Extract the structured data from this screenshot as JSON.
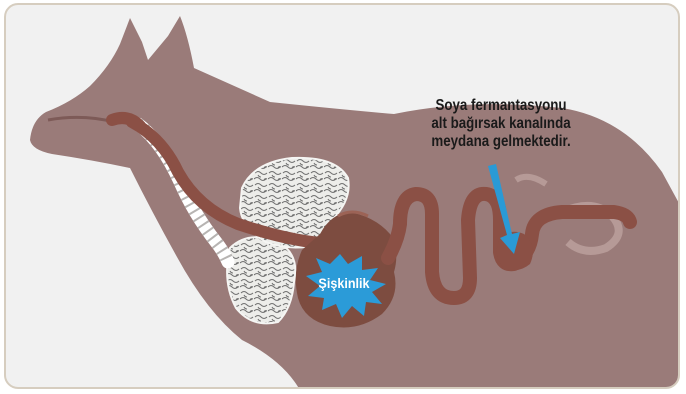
{
  "diagram": {
    "callout_lines": [
      "Soya fermantasyonu",
      "alt bağırsak kanalında",
      "meydana gelmektedir."
    ],
    "bloat_label": "Şişkinlik",
    "colors": {
      "background": "#f1f1f1",
      "frame_border": "#d6cdbf",
      "dog_body": "#9a7b79",
      "digestive_tract": "#8b5045",
      "stomach": "#7d4c40",
      "lungs": "#e9e9e6",
      "spine": "#ffffff",
      "arrow": "#2a9ad6",
      "burst": "#2b9bd8"
    },
    "icons": [
      "dog-silhouette",
      "spine-vertebrae",
      "lungs",
      "stomach",
      "intestine",
      "arrow-down",
      "burst-star"
    ]
  }
}
